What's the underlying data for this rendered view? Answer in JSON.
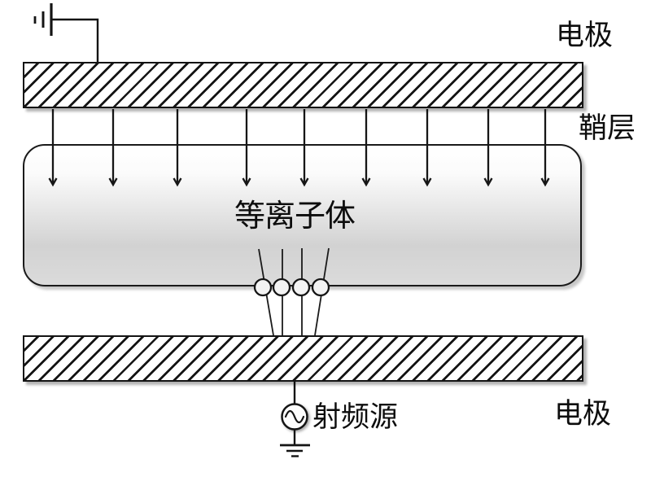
{
  "labels": {
    "top_electrode": "电极",
    "sheath": "鞘层",
    "plasma": "等离子体",
    "rf_source": "射频源",
    "bottom_electrode": "电极"
  },
  "icons": {
    "ground_top": "ground-symbol",
    "ground_bottom": "ground-symbol",
    "ac_source": "sine-wave-ac-source",
    "ion_flux": "downward-arrows"
  },
  "counts": {
    "ion_arrows": 9,
    "feed_through_circles": 4
  },
  "colors": {
    "background": "#ffffff",
    "line": "#141414",
    "hatch": "#141414",
    "plasma_gradient_top": "#ffffff",
    "plasma_gradient_bottom": "#d2d2d2"
  }
}
